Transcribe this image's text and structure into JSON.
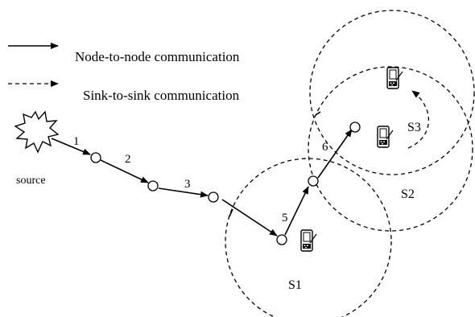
{
  "legend": {
    "solid_label": "Node-to-node communication",
    "dashed_label": "Sink-to-sink communication"
  },
  "source_label": "source",
  "steps": [
    "1",
    "2",
    "3",
    "5",
    "6"
  ],
  "sinks": [
    "S1",
    "S2",
    "S3"
  ],
  "icons": {
    "source": "starburst-icon",
    "sink": "handheld-device-icon"
  },
  "colors": {
    "foreground": "#000000",
    "background": "#ffffff"
  }
}
